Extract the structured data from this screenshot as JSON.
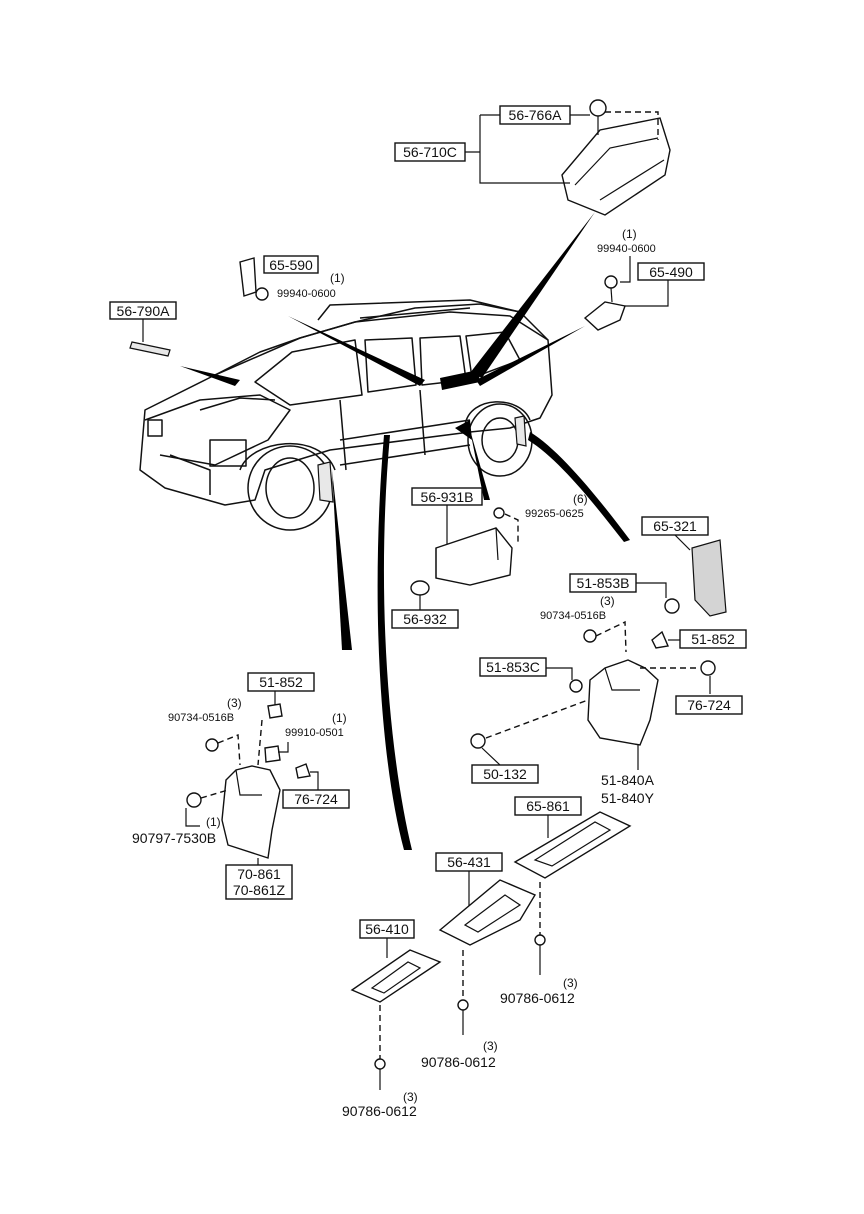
{
  "callouts": {
    "c56_766A": "56-766A",
    "c56_710C": "56-710C",
    "c65_590": "65-590",
    "c56_790A": "56-790A",
    "c65_490": "65-490",
    "c56_931B": "56-931B",
    "c56_932": "56-932",
    "c65_321": "65-321",
    "c51_853B": "51-853B",
    "c51_852_right": "51-852",
    "c51_853C": "51-853C",
    "c76_724_right": "76-724",
    "c50_132": "50-132",
    "c51_840A": "51-840A",
    "c51_840Y": "51-840Y",
    "c51_852_left": "51-852",
    "c76_724_left": "76-724",
    "c70_861": "70-861",
    "c70_861Z": "70-861Z",
    "c65_861": "65-861",
    "c56_431": "56-431",
    "c56_410": "56-410"
  },
  "parts": {
    "p99940_0600_a": "99940-0600",
    "q99940_0600_a": "(1)",
    "p99940_0600_b": "99940-0600",
    "q99940_0600_b": "(1)",
    "p99265_0625": "99265-0625",
    "q99265_0625": "(6)",
    "p90734_0516B_r": "90734-0516B",
    "q90734_0516B_r": "(3)",
    "p90734_0516B_l": "90734-0516B",
    "q90734_0516B_l": "(3)",
    "p99910_0501": "99910-0501",
    "q99910_0501": "(1)",
    "p90797_7530B": "90797-7530B",
    "q90797_7530B": "(1)",
    "p90786_0612_a": "90786-0612",
    "q90786_0612_a": "(3)",
    "p90786_0612_b": "90786-0612",
    "q90786_0612_b": "(3)",
    "p90786_0612_c": "90786-0612",
    "q90786_0612_c": "(3)"
  }
}
